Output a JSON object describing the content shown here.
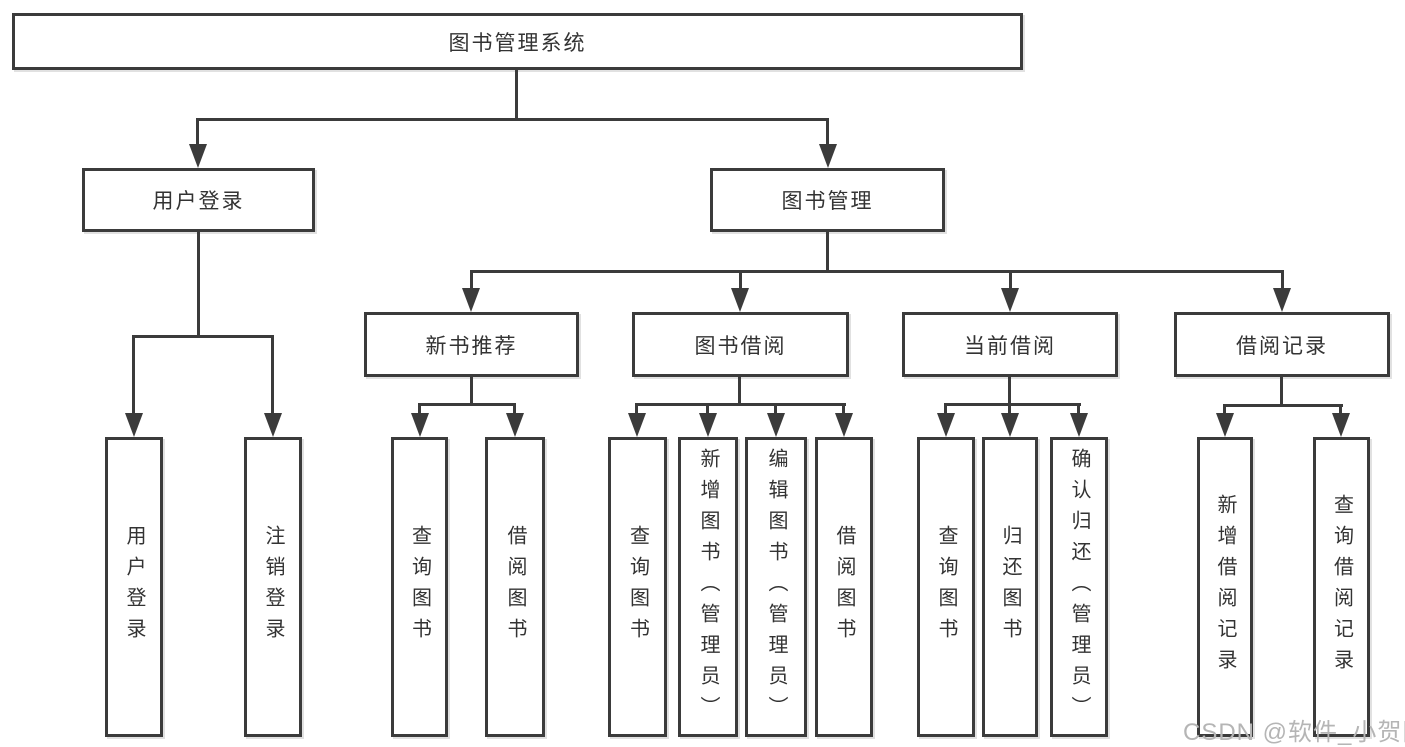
{
  "tree": {
    "root": "图书管理系统",
    "branches": [
      {
        "label": "用户登录",
        "leaves": [
          "用户登录",
          "注销登录"
        ]
      },
      {
        "label": "图书管理",
        "groups": [
          {
            "label": "新书推荐",
            "leaves": [
              "查询图书",
              "借阅图书"
            ]
          },
          {
            "label": "图书借阅",
            "leaves": [
              "查询图书",
              "新增图书（管理员）",
              "编辑图书（管理员）",
              "借阅图书"
            ]
          },
          {
            "label": "当前借阅",
            "leaves": [
              "查询图书",
              "归还图书",
              "确认归还（管理员）"
            ]
          },
          {
            "label": "借阅记录",
            "leaves": [
              "新增借阅记录",
              "查询借阅记录"
            ]
          }
        ]
      }
    ]
  },
  "watermark": "CSDN @软件_小贺同学",
  "colors": {
    "line": "#3b3b3b",
    "text": "#333333",
    "watermark": "#b5b5b5",
    "background": "#ffffff"
  }
}
